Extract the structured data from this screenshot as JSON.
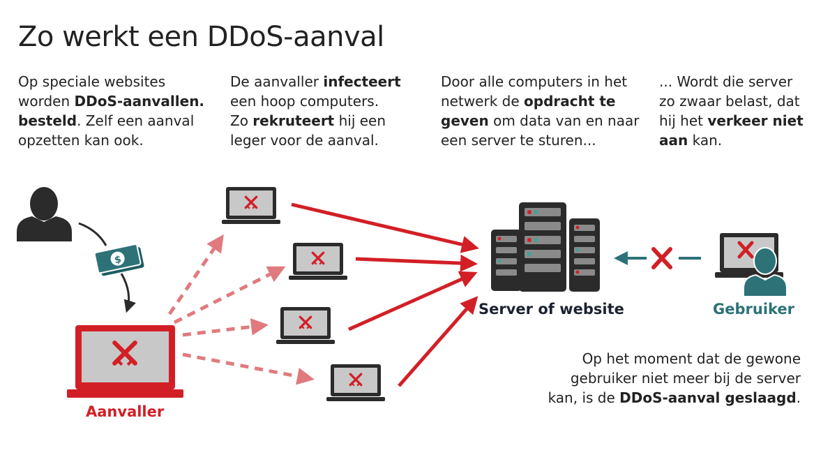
{
  "title": "Zo werkt een DDoS-aanval",
  "steps": [
    {
      "lines": [
        [
          {
            "t": "Op speciale websites",
            "b": false
          }
        ],
        [
          {
            "t": "worden ",
            "b": false
          },
          {
            "t": "DDoS-aanvallen.",
            "b": true
          }
        ],
        [
          {
            "t": "besteld",
            "b": true
          },
          {
            "t": ". Zelf een aanval",
            "b": false
          }
        ],
        [
          {
            "t": "opzetten kan ook.",
            "b": false
          }
        ]
      ]
    },
    {
      "lines": [
        [
          {
            "t": "De aanvaller ",
            "b": false
          },
          {
            "t": "infecteert",
            "b": true
          }
        ],
        [
          {
            "t": "een hoop computers.",
            "b": false
          }
        ],
        [
          {
            "t": "Zo ",
            "b": false
          },
          {
            "t": "rekruteert",
            "b": true
          },
          {
            "t": " hij een",
            "b": false
          }
        ],
        [
          {
            "t": "leger voor de aanval.",
            "b": false
          }
        ]
      ]
    },
    {
      "lines": [
        [
          {
            "t": "Door alle computers in het",
            "b": false
          }
        ],
        [
          {
            "t": "netwerk de ",
            "b": false
          },
          {
            "t": "opdracht te",
            "b": true
          }
        ],
        [
          {
            "t": "geven",
            "b": true
          },
          {
            "t": " om data van en naar",
            "b": false
          }
        ],
        [
          {
            "t": "een server te sturen...",
            "b": false
          }
        ]
      ]
    },
    {
      "lines": [
        [
          {
            "t": "... Wordt die server",
            "b": false
          }
        ],
        [
          {
            "t": "zo zwaar belast, dat",
            "b": false
          }
        ],
        [
          {
            "t": "hij het ",
            "b": false
          },
          {
            "t": "verkeer niet",
            "b": true
          }
        ],
        [
          {
            "t": "aan",
            "b": true
          },
          {
            "t": " kan.",
            "b": false
          }
        ]
      ]
    }
  ],
  "labels": {
    "attacker": "Aanvaller",
    "server": "Server of website",
    "user": "Gebruiker"
  },
  "conclusion": {
    "lines": [
      [
        {
          "t": "Op het moment dat de gewone",
          "b": false
        }
      ],
      [
        {
          "t": "gebruiker niet meer bij de server",
          "b": false
        }
      ],
      [
        {
          "t": "kan, is de ",
          "b": false
        },
        {
          "t": "DDoS-aanval geslaagd",
          "b": true
        },
        {
          "t": ".",
          "b": false
        }
      ]
    ]
  },
  "icons": {
    "attacker_person": "person-icon",
    "money": "money-icon",
    "attacker_laptop": "laptop-swords-icon",
    "bot_laptop": "laptop-swords-icon",
    "server": "server-rack-icon",
    "user_laptop": "laptop-error-icon",
    "blocked": "cross-icon"
  },
  "colors": {
    "red": "#d21f26",
    "red_light": "#e07a7e",
    "dark": "#2b2b2b",
    "teal": "#2c7277",
    "screen_gray": "#c8c8c8"
  }
}
